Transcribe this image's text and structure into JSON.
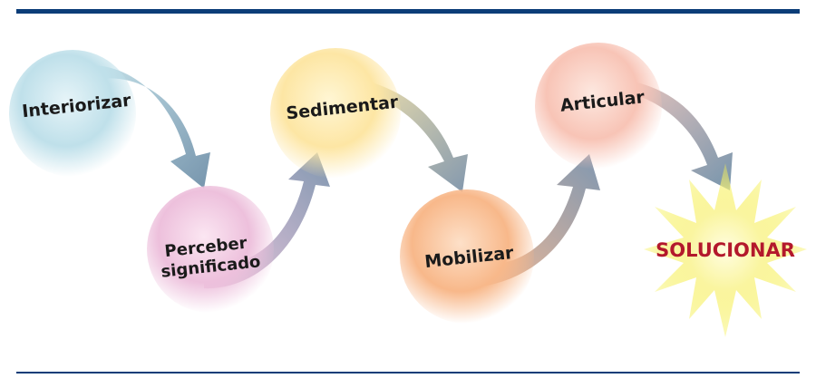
{
  "diagram": {
    "steps": [
      {
        "id": "interiorizar",
        "label_lines": [
          "Interiorizar"
        ],
        "color": "#bfe0ea"
      },
      {
        "id": "perceber",
        "label_lines": [
          "Perceber",
          "significado"
        ],
        "color": "#edc0dc"
      },
      {
        "id": "sedimentar",
        "label_lines": [
          "Sedimentar"
        ],
        "color": "#fde6a4"
      },
      {
        "id": "mobilizar",
        "label_lines": [
          "Mobilizar"
        ],
        "color": "#f8b88a"
      },
      {
        "id": "articular",
        "label_lines": [
          "Articular"
        ],
        "color": "#f8c4b6"
      }
    ],
    "goal": {
      "label": "SOLUCIONAR",
      "color": "#b3182c",
      "burst_color": "#f5ef4a"
    },
    "arrow_tail_color": "#6f8fa8",
    "rule_color": "#0b3d78"
  }
}
